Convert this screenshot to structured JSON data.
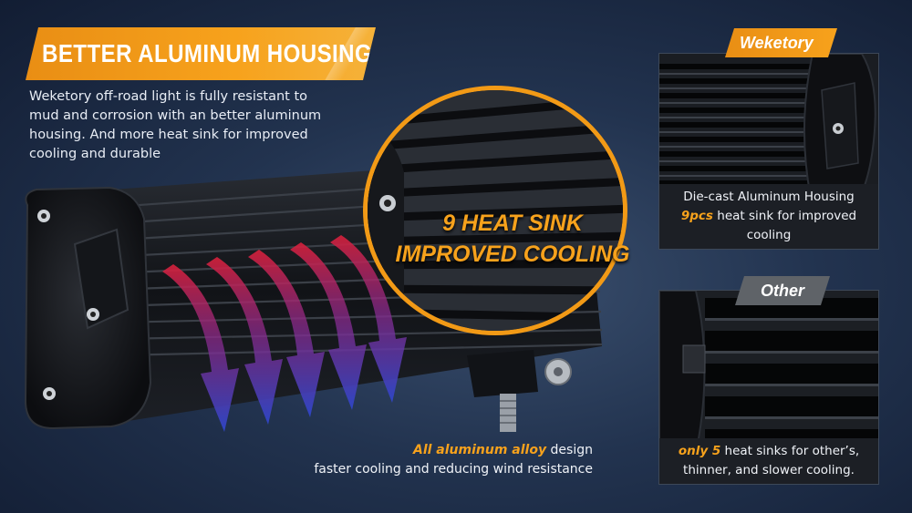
{
  "banner": {
    "title": "BETTER ALUMINUM HOUSING"
  },
  "intro": {
    "text": "Weketory off-road light is fully resistant to mud and corrosion with an better aluminum housing. And more heat sink for improved cooling and durable"
  },
  "zoom": {
    "line1": "9 HEAT SINK",
    "line2": "IMPROVED COOLING"
  },
  "bottom_caption": {
    "highlight": "All aluminum alloy",
    "rest_line1": " design",
    "line2": "faster cooling and reducing wind resistance"
  },
  "weketory_card": {
    "tag": "Weketory",
    "caption_line1": "Die-cast Aluminum Housing",
    "caption_highlight": "9pcs",
    "caption_line2_rest": " heat sink for improved cooling"
  },
  "other_card": {
    "tag": "Other",
    "caption_highlight": "only 5",
    "caption_line1_rest": " heat sinks for other’s,",
    "caption_line2": "thinner, and slower cooling."
  },
  "colors": {
    "accent": "#f7a21c",
    "background": "#22334f",
    "arrow_top": "#d8203a",
    "arrow_bottom": "#2e46c9"
  },
  "icons": [
    "heat-flow-arrow",
    "mounting-bolt"
  ]
}
